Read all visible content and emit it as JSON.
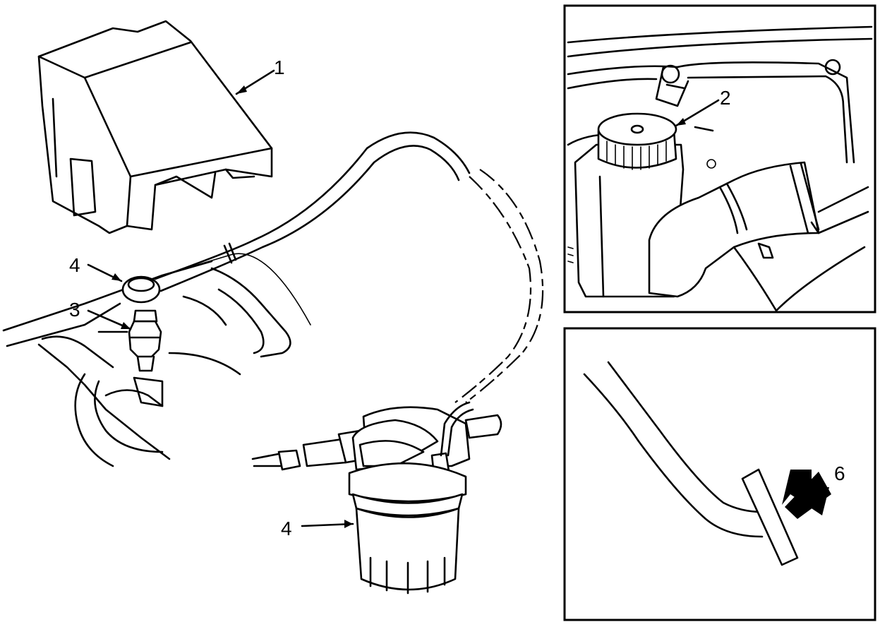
{
  "callouts": {
    "c1": "1",
    "c2": "2",
    "c3": "3",
    "c4_top": "4",
    "c4_bottom": "4",
    "c6": "6"
  },
  "colors": {
    "ink": "#000000",
    "paper": "#ffffff"
  }
}
